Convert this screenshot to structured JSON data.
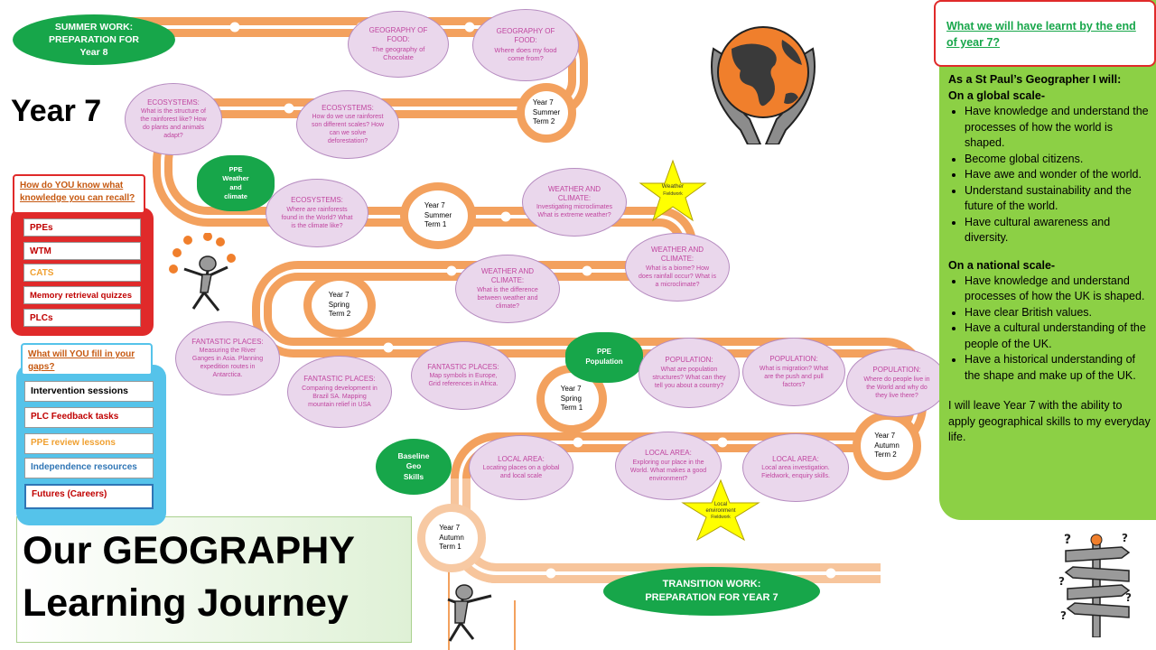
{
  "year_heading": "Year 7",
  "title": {
    "line1": "Our GEOGRAPHY",
    "line2": "Learning Journey"
  },
  "summer_work": {
    "line1": "SUMMER WORK:",
    "line2": "PREPARATION  FOR",
    "line3": "Year 8"
  },
  "transition_work": {
    "line1": "TRANSITION WORK:",
    "line2": "PREPARATION  FOR YEAR 7"
  },
  "terms": {
    "summer2": [
      "Year 7",
      "Summer",
      "Term 2"
    ],
    "summer1": [
      "Year 7",
      "Summer",
      "Term 1"
    ],
    "spring2": [
      "Year 7",
      "Spring",
      "Term 2"
    ],
    "spring1": [
      "Year 7",
      "Spring",
      "Term 1"
    ],
    "autumn2": [
      "Year 7",
      "Autumn",
      "Term 2"
    ],
    "autumn1": [
      "Year 7",
      "Autumn",
      "Term 1"
    ]
  },
  "ppe": {
    "weather": [
      "PPE",
      "Weather",
      "and",
      "climate"
    ],
    "population": [
      "PPE",
      "Population"
    ],
    "baseline": [
      "Baseline",
      "Geo",
      "Skills"
    ]
  },
  "ovals": {
    "geo_food_choc": {
      "title": "GEOGRAPHY OF FOOD:",
      "body": "The geography of Chocolate"
    },
    "geo_food_from": {
      "title": "GEOGRAPHY OF FOOD:",
      "body": "Where does my food come from?"
    },
    "eco_structure": {
      "title": "ECOSYSTEMS:",
      "body": "What is the structure of the rainforest like? How do plants and animals adapt?"
    },
    "eco_use": {
      "title": "ECOSYSTEMS:",
      "body": "How do we use rainforest son different scales? How can we solve deforestation?"
    },
    "eco_where": {
      "title": "ECOSYSTEMS:",
      "body": "Where are rainforests found in the World? What is the climate like?"
    },
    "weather_micro": {
      "title": "WEATHER AND CLIMATE:",
      "body": "Investigating microclimates What is extreme weather?"
    },
    "weather_biome": {
      "title": "WEATHER AND CLIMATE:",
      "body": "What is a biome? How does rainfall occur? What is a microclimate?"
    },
    "weather_diff": {
      "title": "WEATHER AND CLIMATE:",
      "body": "What is the difference between weather and climate?"
    },
    "fantastic_ganges": {
      "title": "FANTASTIC PLACES:",
      "body": "Measuring the River Ganges in Asia. Planning expedition routes in Antarctica."
    },
    "fantastic_brazil": {
      "title": "FANTASTIC PLACES:",
      "body": "Comparing development in Brazil SA. Mapping mountain relief in USA"
    },
    "fantastic_europe": {
      "title": "FANTASTIC PLACES:",
      "body": "Map symbols in Europe, Grid references in Africa."
    },
    "pop_structure": {
      "title": "POPULATION:",
      "body": "What are population structures? What can they tell you about a country?"
    },
    "pop_migration": {
      "title": "POPULATION:",
      "body": "What is migration? What are the push and pull factors?"
    },
    "pop_where": {
      "title": "POPULATION:",
      "body": "Where do people live in the World and why do they live there?"
    },
    "local_locating": {
      "title": "LOCAL AREA:",
      "body": "Locating places on a global and local scale"
    },
    "local_exploring": {
      "title": "LOCAL AREA:",
      "body": "Exploring our place in the World. What makes a good environment?"
    },
    "local_investigation": {
      "title": "LOCAL AREA:",
      "body": "Local area investigation. Fieldwork, enquiry skills."
    }
  },
  "stars": {
    "weather": [
      "Weather",
      "Fieldwork"
    ],
    "local": [
      "Local",
      "environment",
      "Fieldwork"
    ]
  },
  "recall": {
    "question": "How do YOU know what knowledge you can recall?",
    "items": [
      "PPEs",
      "WTM",
      "CATS",
      "Memory retrieval quizzes",
      "PLCs"
    ]
  },
  "gaps": {
    "question": "What will YOU fill in your gaps?",
    "items": [
      "Intervention sessions",
      "PLC Feedback tasks",
      "PPE review lessons",
      "Independence  resources",
      "Futures (Careers)"
    ]
  },
  "learnt": {
    "heading": "What we will have learnt by the end of year 7?",
    "intro": "As a St Paul’s Geographer I will:",
    "global_heading": "On a global scale-",
    "global_items": [
      "Have knowledge and understand the processes of how the world is shaped.",
      "Become global citizens.",
      "Have awe and wonder of the world.",
      "Understand sustainability and the future of the world.",
      "Have cultural awareness and diversity."
    ],
    "national_heading": "On a national scale-",
    "national_items": [
      "Have knowledge and understand processes of how the UK is shaped.",
      "Have clear British values.",
      "Have a cultural understanding of the people of the UK.",
      "Have a historical understanding of the shape and make up of the UK."
    ],
    "closing": "I will leave Year 7 with the ability to apply geographical skills to my everyday life."
  },
  "colors": {
    "road_dark": "#f3a15e",
    "road_light": "#f7c9a3",
    "green": "#17a64a",
    "red": "#e02a2a",
    "blue": "#55c3ea",
    "panel_green": "#8cd045",
    "oval_fill": "#ead7ec",
    "oval_text": "#c0459f"
  },
  "icons": [
    "globe-in-hands-icon",
    "juggler-icon",
    "climber-icon",
    "signpost-icon",
    "star-icon"
  ]
}
